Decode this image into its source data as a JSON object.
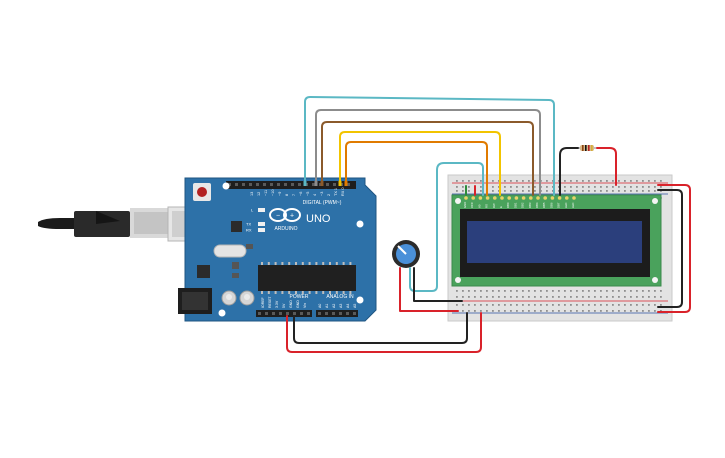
{
  "board": {
    "brand": "ARDUINO",
    "model": "UNO",
    "digital_label": "DIGITAL (PWM~)",
    "power_label": "POWER",
    "analog_label": "ANALOG IN",
    "led_labels": [
      "L",
      "TX",
      "RX"
    ],
    "pin_labels": [
      "13",
      "12",
      "~11",
      "~10",
      "~9",
      "8",
      "7",
      "~6",
      "~5",
      "4",
      "~3",
      "2",
      "TX 1",
      "RX 0"
    ],
    "power_pins": [
      "IOREF",
      "RESET",
      "3.3V",
      "5V",
      "GND",
      "GND",
      "Vin"
    ],
    "analog_pins": [
      "A0",
      "A1",
      "A2",
      "A3",
      "A4",
      "A5"
    ]
  },
  "lcd": {
    "pin_labels": [
      "GND",
      "VCC",
      "V0",
      "RS",
      "RW",
      "E",
      "DB0",
      "DB1",
      "DB2",
      "DB3",
      "DB4",
      "DB5",
      "DB6",
      "DB7",
      "LED",
      "LED"
    ]
  },
  "colors": {
    "board": "#2d71a8",
    "board_dark": "#1f5582",
    "lcd_pcb": "#4aa25c",
    "lcd_screen": "#2b3f7c",
    "breadboard": "#e3e3e3",
    "wire_red": "#d9222a",
    "wire_black": "#222222",
    "wire_cyan": "#5bb8c4",
    "wire_gray": "#8c8c8c",
    "wire_brown": "#8b5a2b",
    "wire_yellow": "#f2c400",
    "wire_orange": "#e07b00"
  }
}
